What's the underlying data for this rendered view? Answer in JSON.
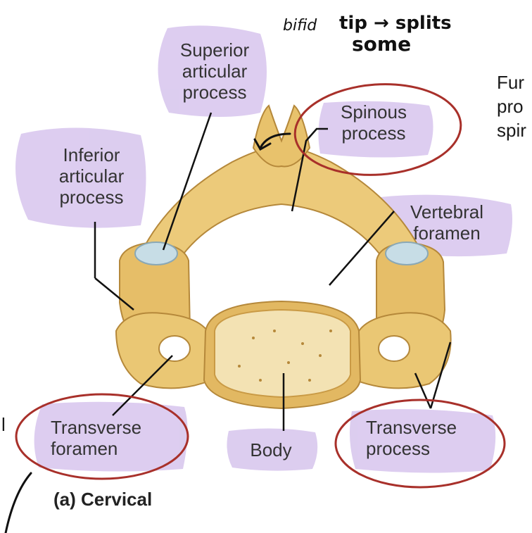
{
  "labels": {
    "superior_articular_process": "Superior\narticular\nprocess",
    "inferior_articular_process": "Inferior\narticular\nprocess",
    "spinous_process": "Spinous\nprocess",
    "vertebral_foramen": "Vertebral\nforamen",
    "transverse_foramen": "Transverse\nforamen",
    "body": "Body",
    "transverse_process": "Transverse\nprocess"
  },
  "caption": "(a) Cervical",
  "side_note": "Fur\npro\nspir",
  "handwriting": {
    "line1_small": "bifid",
    "line1_bold": "tip → splits",
    "line2": "some"
  },
  "left_edge_mark": "l",
  "colors": {
    "highlight": "#d9c8ee",
    "circle": "#a8302a",
    "bone": "#ecca7a",
    "bone_dark": "#c99a45",
    "cartilage": "#c7dde6"
  }
}
